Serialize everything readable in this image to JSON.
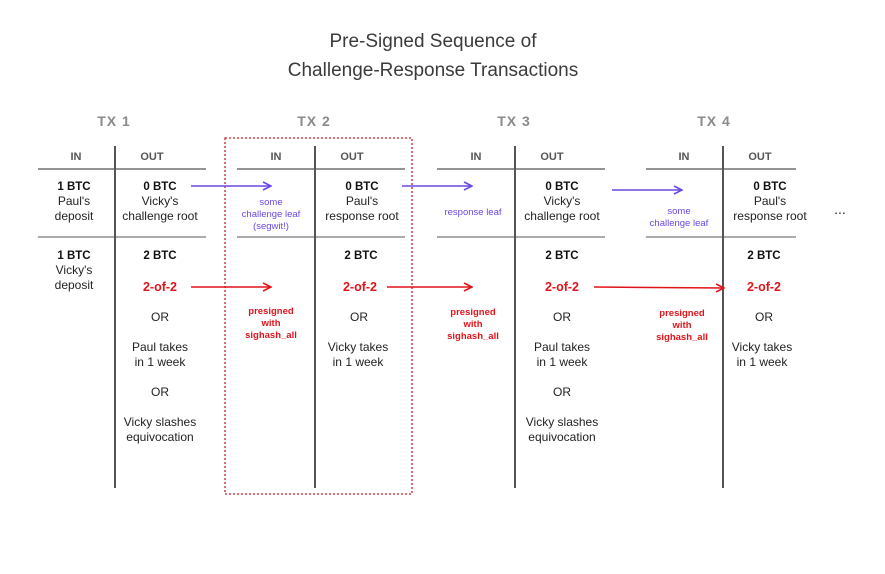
{
  "title_line1": "Pre-Signed Sequence of",
  "title_line2": "Challenge-Response Transactions",
  "col_in": "IN",
  "col_out": "OUT",
  "ellipsis": "...",
  "colors": {
    "accent_red": "#e2141b",
    "accent_purple": "#6b47e6",
    "table_lines": "#555555",
    "highlight_box": "#cc1f1f"
  },
  "tx1": {
    "label": "TX 1",
    "in1_amount": "1 BTC",
    "in1_line1": "Paul's",
    "in1_line2": "deposit",
    "in2_amount": "1 BTC",
    "in2_line1": "Vicky's",
    "in2_line2": "deposit",
    "out1_amount": "0 BTC",
    "out1_line1": "Vicky's",
    "out1_line2": "challenge root",
    "out2_amount": "2 BTC",
    "out2_multisig": "2-of-2",
    "out2_or1": "OR",
    "out2_opt1_line1": "Paul takes",
    "out2_opt1_line2": "in 1 week",
    "out2_or2": "OR",
    "out2_opt2_line1": "Vicky slashes",
    "out2_opt2_line2": "equivocation"
  },
  "tx2": {
    "label": "TX 2",
    "in1_line1": "some",
    "in1_line2": "challenge leaf",
    "in1_line3": "(segwit!)",
    "in2_line1": "presigned",
    "in2_line2": "with",
    "in2_line3": "sighash_all",
    "out1_amount": "0 BTC",
    "out1_line1": "Paul's",
    "out1_line2": "response root",
    "out2_amount": "2 BTC",
    "out2_multisig": "2-of-2",
    "out2_or1": "OR",
    "out2_opt1_line1": "Vicky takes",
    "out2_opt1_line2": "in 1 week"
  },
  "tx3": {
    "label": "TX 3",
    "in1_line1": "response leaf",
    "in2_line1": "presigned",
    "in2_line2": "with",
    "in2_line3": "sighash_all",
    "out1_amount": "0 BTC",
    "out1_line1": "Vicky's",
    "out1_line2": "challenge root",
    "out2_amount": "2 BTC",
    "out2_multisig": "2-of-2",
    "out2_or1": "OR",
    "out2_opt1_line1": "Paul takes",
    "out2_opt1_line2": "in 1 week",
    "out2_or2": "OR",
    "out2_opt2_line1": "Vicky slashes",
    "out2_opt2_line2": "equivocation"
  },
  "tx4": {
    "label": "TX 4",
    "in1_line1": "some",
    "in1_line2": "challenge leaf",
    "in2_line1": "presigned",
    "in2_line2": "with",
    "in2_line3": "sighash_all",
    "out1_amount": "0 BTC",
    "out1_line1": "Paul's",
    "out1_line2": "response root",
    "out2_amount": "2 BTC",
    "out2_multisig": "2-of-2",
    "out2_or1": "OR",
    "out2_opt1_line1": "Vicky takes",
    "out2_opt1_line2": "in 1 week"
  }
}
